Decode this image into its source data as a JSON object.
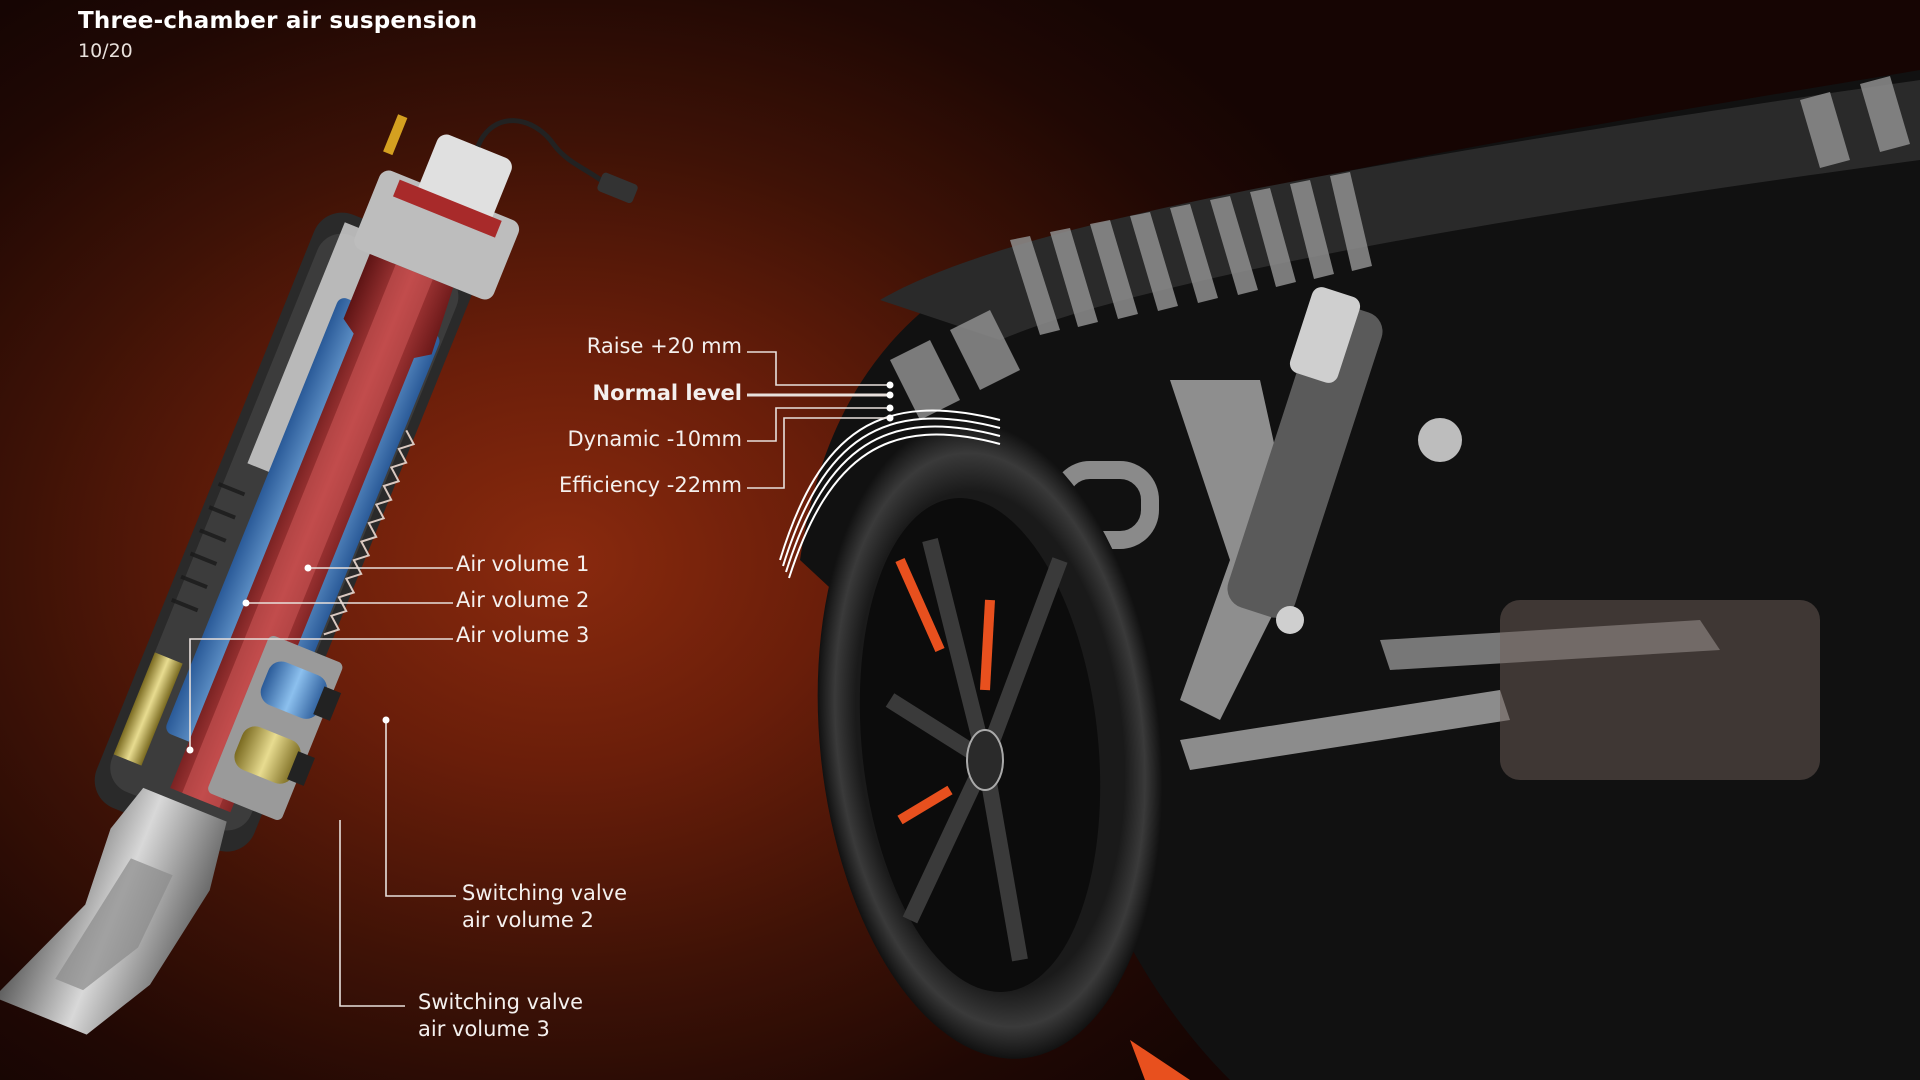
{
  "header": {
    "title": "Three-chamber air suspension",
    "page_counter": "10/20"
  },
  "ride_levels": [
    {
      "label": "Raise +20 mm",
      "emphasis": false
    },
    {
      "label": "Normal level",
      "emphasis": true
    },
    {
      "label": "Dynamic -10mm",
      "emphasis": false
    },
    {
      "label": "Efficiency -22mm",
      "emphasis": false
    }
  ],
  "air_volumes": [
    {
      "label": "Air volume 1"
    },
    {
      "label": "Air volume 2"
    },
    {
      "label": "Air volume 3"
    }
  ],
  "valves": [
    {
      "line1": "Switching valve",
      "line2": "air volume 2"
    },
    {
      "line1": "Switching valve",
      "line2": "air volume 3"
    }
  ],
  "colors": {
    "chamber_1": "#a83838",
    "chamber_2": "#4a86c8",
    "chamber_3": "#c8b85a",
    "accent_orange": "#e8501e",
    "leader_lines": "#e8e0dc"
  },
  "icons": {
    "strut": "air-strut-cutaway-illustration",
    "car": "car-front-corner-illustration"
  }
}
